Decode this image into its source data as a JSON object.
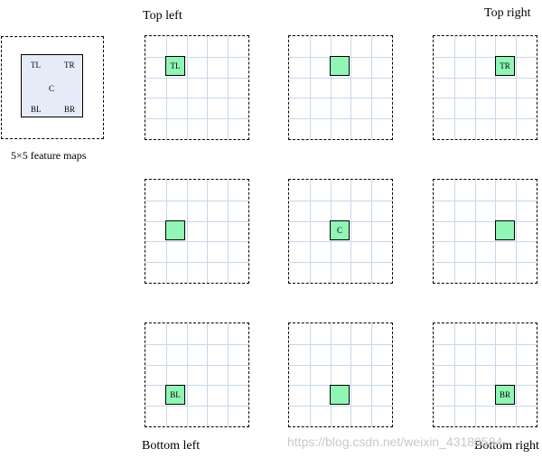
{
  "feature_map": {
    "caption": "5×5 feature maps",
    "labels": {
      "tl": "TL",
      "tr": "TR",
      "c": "C",
      "bl": "BL",
      "br": "BR"
    }
  },
  "panel_titles": {
    "top_left": "Top left",
    "top_right": "Top right",
    "bottom_left": "Bottom left",
    "bottom_right": "Bottom right"
  },
  "panel_cells": {
    "top_left": "TL",
    "top_center": "",
    "top_right": "TR",
    "middle_left": "",
    "center": "C",
    "middle_right": "",
    "bottom_left": "BL",
    "bottom_center": "",
    "bottom_right": "BR"
  },
  "watermark": "https://blog.csdn.net/weixin_43189584",
  "colors": {
    "grid_line": "#c6d8ea",
    "highlight_cell": "#90f5b5",
    "feature_map_fill": "#e6ecf7"
  }
}
